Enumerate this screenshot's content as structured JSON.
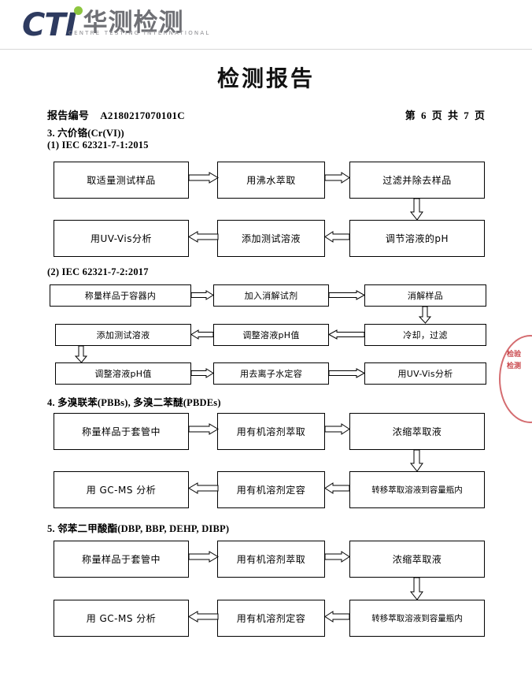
{
  "brand": {
    "mark": "CTI",
    "chinese": "华测检测",
    "tagline": "CENTRE TESTING INTERNATIONAL",
    "mark_color": "#2e3b60",
    "dot_color": "#8dc63f",
    "chinese_color": "#6f7075"
  },
  "document": {
    "title": "检测报告",
    "report_no_label": "报告编号",
    "report_no_value": "A2180217070101C",
    "page_indicator": "第 6 页  共 7 页"
  },
  "watermark": {
    "text": "检验检测",
    "color": "#c0282d"
  },
  "sections": [
    {
      "heading": "3. 六价铬(Cr(VI))",
      "subheading": "(1) IEC 62321-7-1:2015",
      "flow": {
        "rows": [
          [
            "取适量测试样品",
            "用沸水萃取",
            "过滤并除去样品"
          ],
          [
            "用UV-Vis分析",
            "添加测试溶液",
            "调节溶液的pH"
          ]
        ]
      }
    },
    {
      "heading": "(2) IEC 62321-7-2:2017",
      "subheading": "",
      "flow": {
        "rows": [
          [
            "称量样品于容器内",
            "加入消解试剂",
            "消解样品"
          ],
          [
            "添加测试溶液",
            "调整溶液pH值",
            "冷却，过滤"
          ],
          [
            "调整溶液pH值",
            "用去离子水定容",
            "用UV-Vis分析"
          ]
        ]
      }
    },
    {
      "heading": "4. 多溴联苯(PBBs), 多溴二苯醚(PBDEs)",
      "subheading": "",
      "flow": {
        "rows": [
          [
            "称量样品于套管中",
            "用有机溶剂萃取",
            "浓缩萃取液"
          ],
          [
            "用 GC-MS 分析",
            "用有机溶剂定容",
            "转移萃取溶液到容量瓶内"
          ]
        ]
      }
    },
    {
      "heading": "5. 邻苯二甲酸酯(DBP, BBP, DEHP, DIBP)",
      "subheading": "",
      "flow": {
        "rows": [
          [
            "称量样品于套管中",
            "用有机溶剂萃取",
            "浓缩萃取液"
          ],
          [
            "用 GC-MS 分析",
            "用有机溶剂定容",
            "转移萃取溶液到容量瓶内"
          ]
        ]
      }
    }
  ]
}
